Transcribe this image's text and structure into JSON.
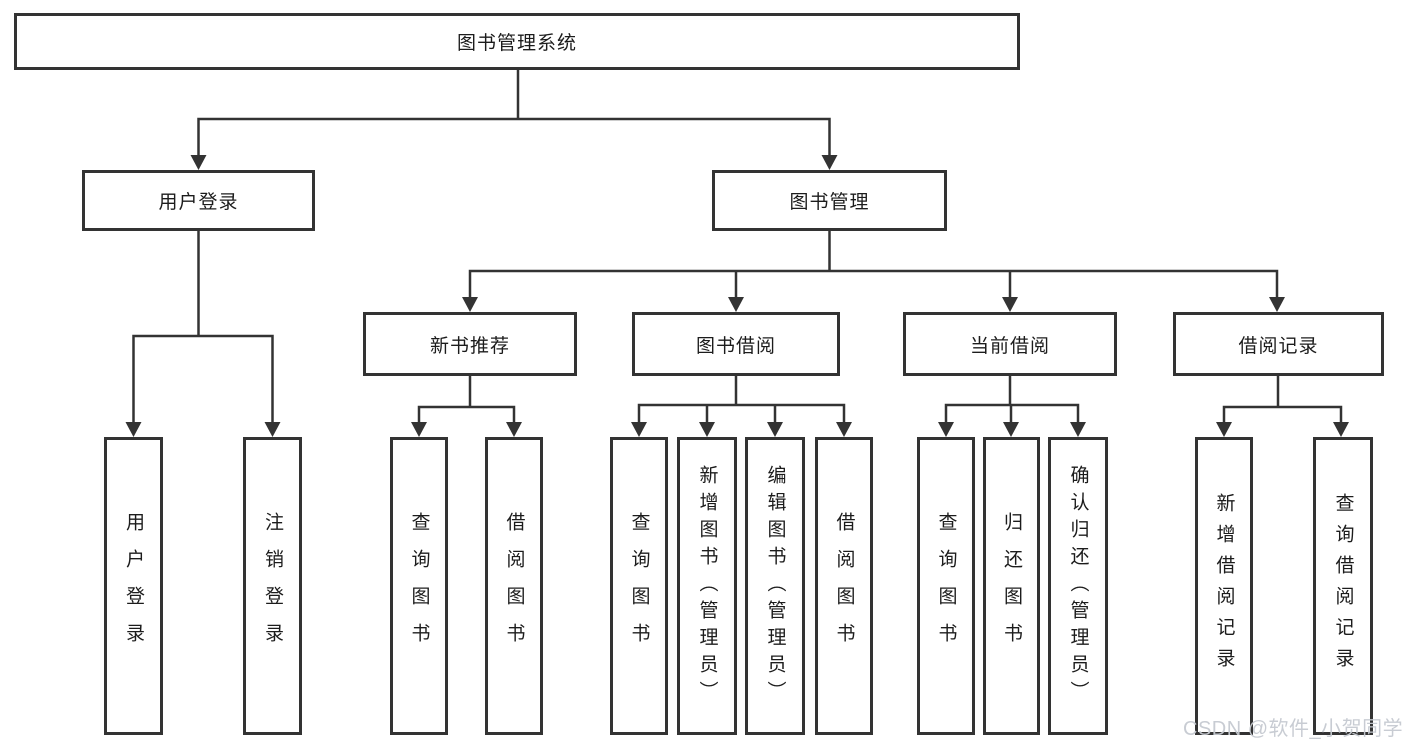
{
  "diagram": {
    "root": {
      "label": "图书管理系统"
    },
    "branches": [
      {
        "label": "用户登录",
        "children": [
          {
            "label": "用户登录"
          },
          {
            "label": "注销登录"
          }
        ]
      },
      {
        "label": "图书管理",
        "children": [
          {
            "label": "新书推荐",
            "children": [
              {
                "label": "查询图书"
              },
              {
                "label": "借阅图书"
              }
            ]
          },
          {
            "label": "图书借阅",
            "children": [
              {
                "label": "查询图书"
              },
              {
                "label": "新增图书（管理员）"
              },
              {
                "label": "编辑图书（管理员）"
              },
              {
                "label": "借阅图书"
              }
            ]
          },
          {
            "label": "当前借阅",
            "children": [
              {
                "label": "查询图书"
              },
              {
                "label": "归还图书"
              },
              {
                "label": "确认归还（管理员）"
              }
            ]
          },
          {
            "label": "借阅记录",
            "children": [
              {
                "label": "新增借阅记录"
              },
              {
                "label": "查询借阅记录"
              }
            ]
          }
        ]
      }
    ]
  },
  "watermark": {
    "text": "CSDN @软件_小贺同学"
  },
  "colors": {
    "line": "#333333",
    "box_border": "#333333",
    "box_background": "#ffffff",
    "text": "#1c1c1c",
    "watermark": "#c6cad1",
    "page_background": "#ffffff"
  }
}
